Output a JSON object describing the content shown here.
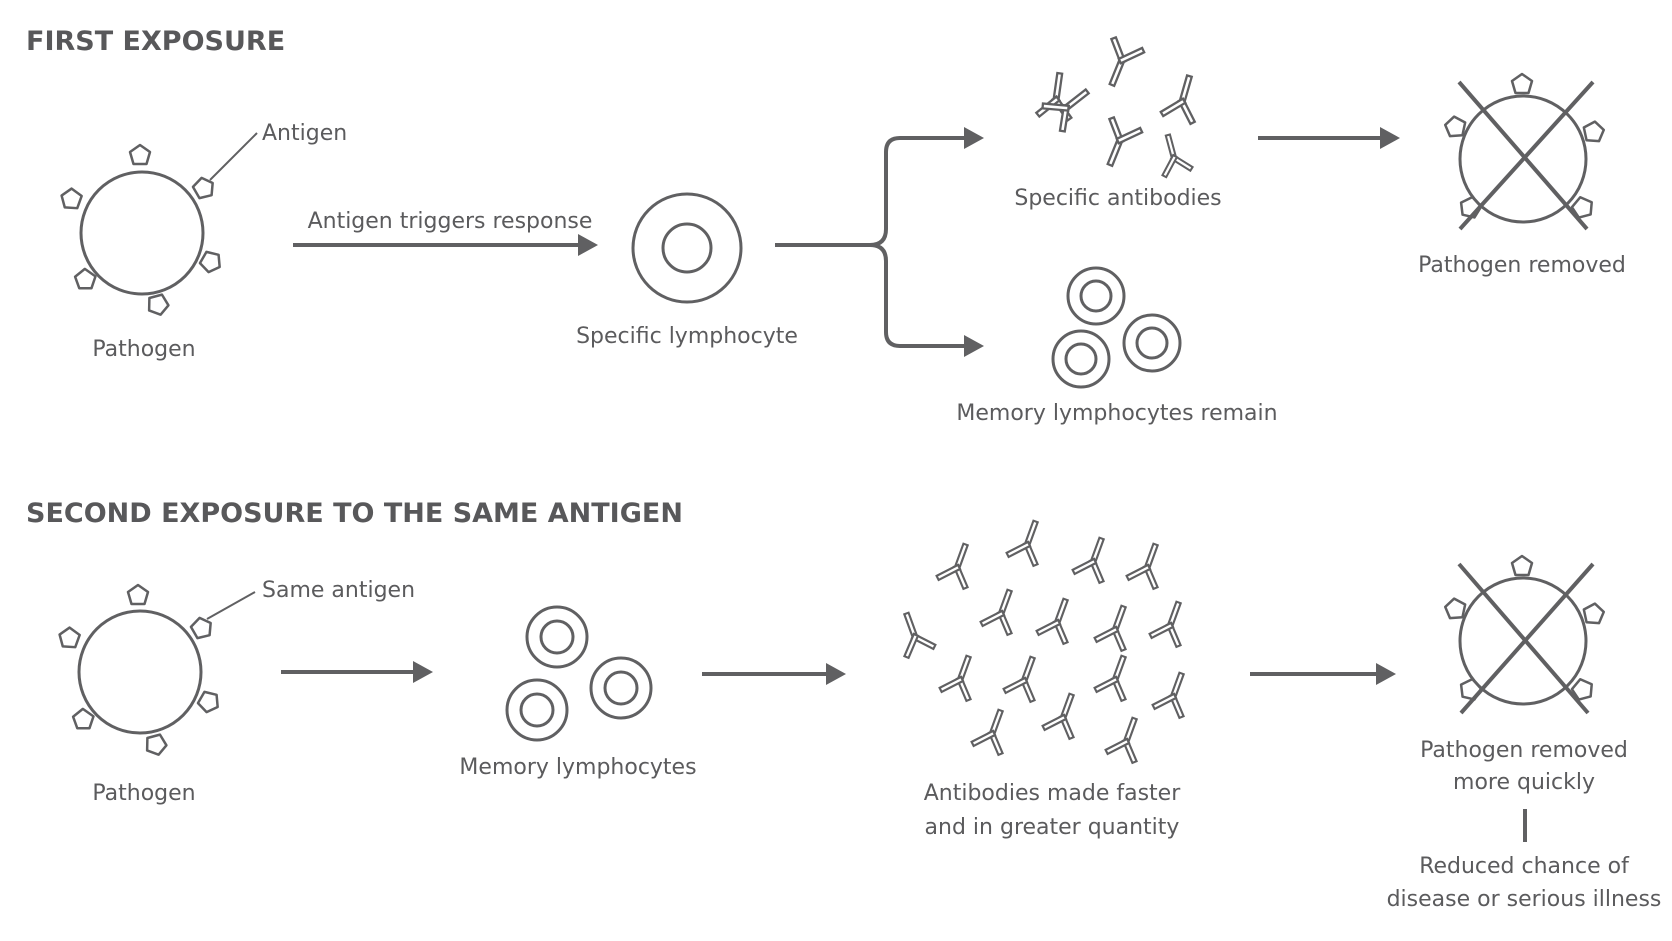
{
  "headers": {
    "first": "FIRST EXPOSURE",
    "second": "SECOND EXPOSURE TO THE SAME ANTIGEN"
  },
  "first": {
    "antigen": "Antigen",
    "pathogen": "Pathogen",
    "arrow_label": "Antigen triggers response",
    "lymphocyte": "Specific lymphocyte",
    "antibodies": "Specific antibodies",
    "memory": "Memory lymphocytes remain",
    "removed": "Pathogen removed"
  },
  "second": {
    "antigen": "Same antigen",
    "pathogen": "Pathogen",
    "memory": "Memory lymphocytes",
    "antibodies_line1": "Antibodies made faster",
    "antibodies_line2": "and in greater quantity",
    "removed_line1": "Pathogen removed",
    "removed_line2": "more quickly",
    "outcome_line1": "Reduced chance of",
    "outcome_line2": "disease or serious illness"
  },
  "colors": {
    "ink": "#606062",
    "text": "#5b5b5d"
  }
}
